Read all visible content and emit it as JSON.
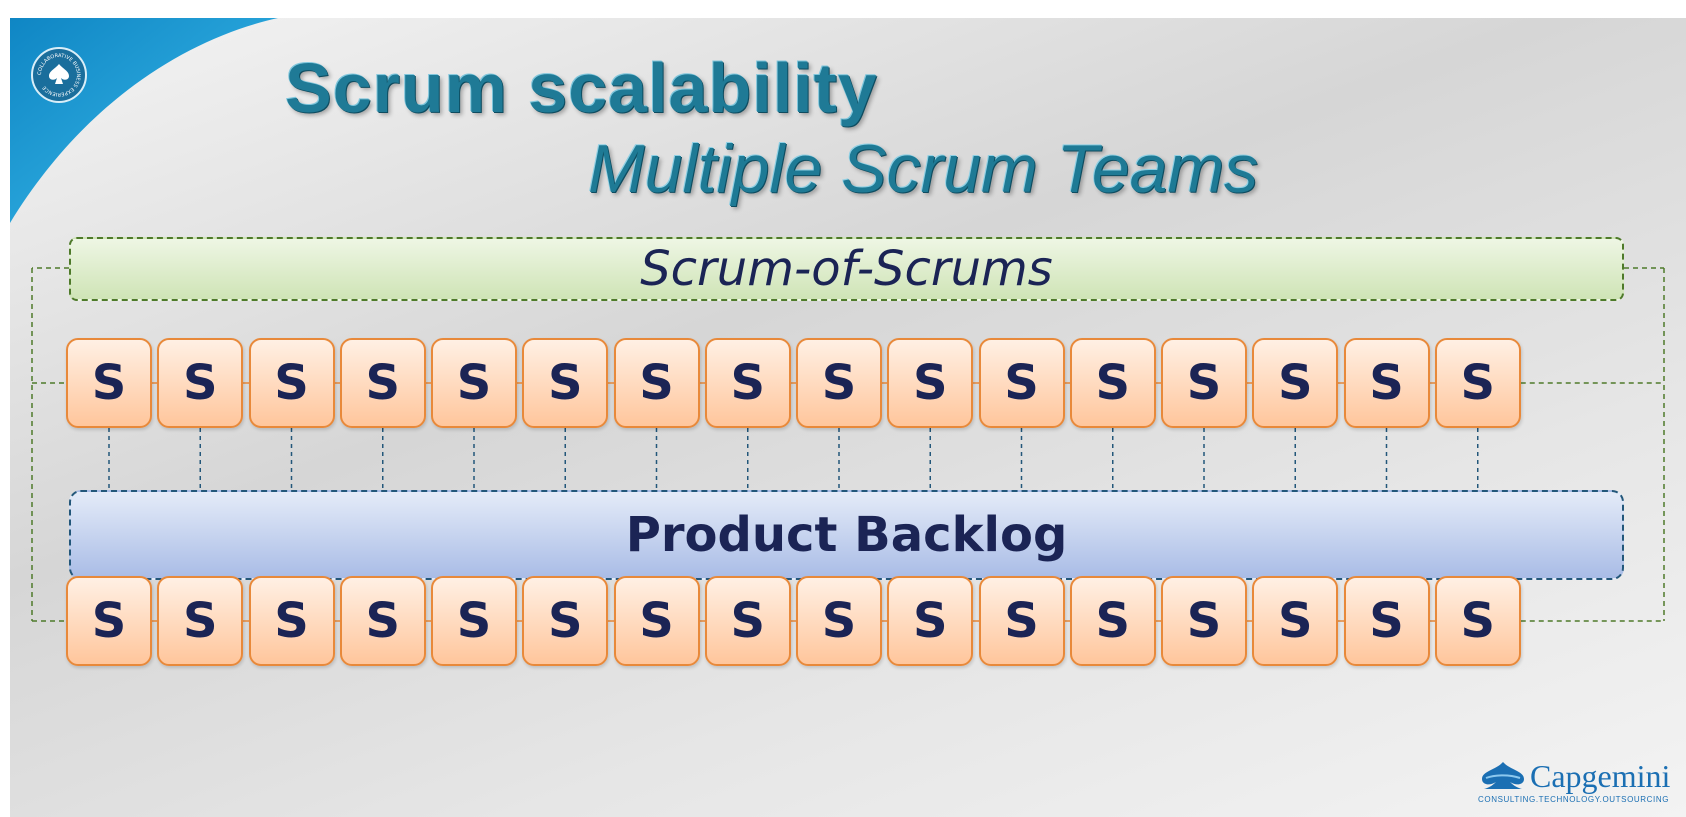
{
  "title": "Scrum scalability",
  "subtitle": "Multiple Scrum Teams",
  "scrum_of_scrums_label": "Scrum-of-Scrums",
  "product_backlog_label": "Product Backlog",
  "team_label": "S",
  "teams_per_row": 16,
  "brand": {
    "name": "Capgemini",
    "tagline": "CONSULTING.TECHNOLOGY.OUTSOURCING",
    "badge_text": "COLLABORATIVE BUSINESS EXPERIENCE"
  },
  "icons": {
    "badge": "spade-badge-icon",
    "logo": "capgemini-spade-icon"
  },
  "colors": {
    "corner_accent": "#2aa2d6",
    "scrum_of_scrums_border": "#4e7a2a",
    "backlog_border": "#23577a",
    "team_border": "#e8893a",
    "text_dark": "#1b2455",
    "title": "#1f7a96"
  }
}
